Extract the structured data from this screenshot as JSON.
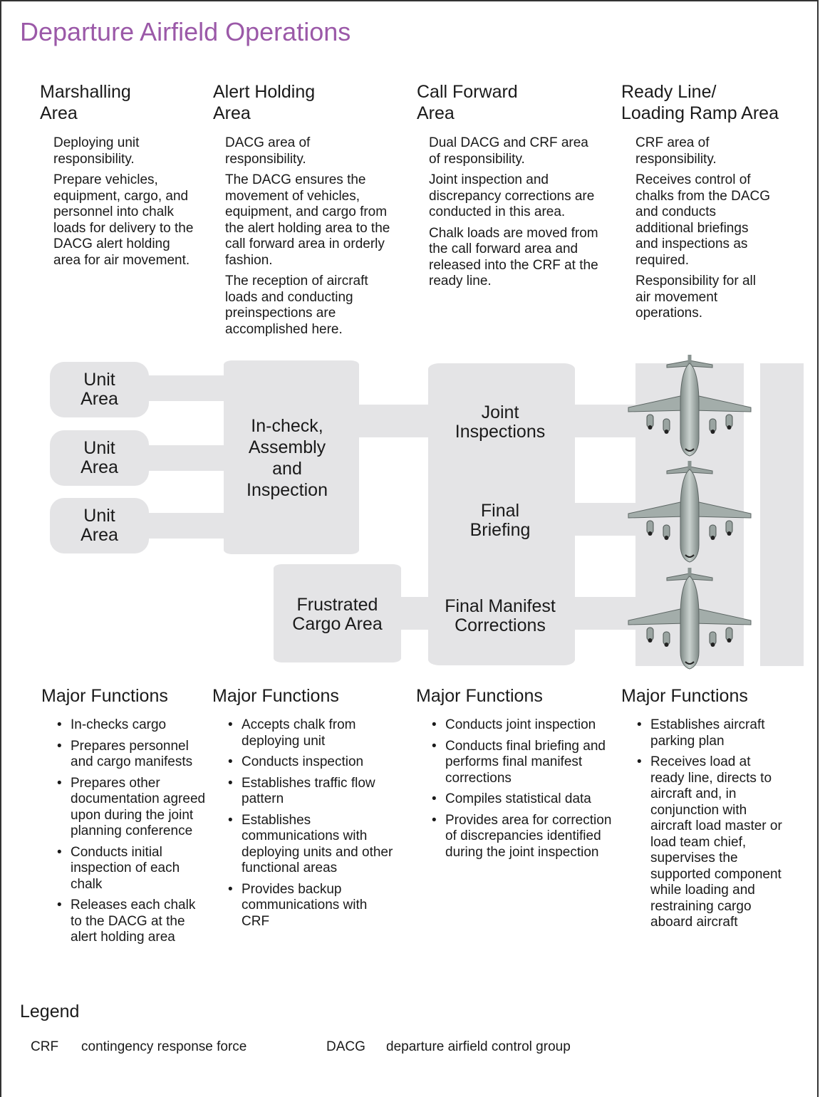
{
  "title": "Departure Airfield Operations",
  "columns": [
    {
      "heading": "Marshalling\nArea",
      "description": [
        "Deploying unit responsibility.",
        "Prepare vehicles, equipment, cargo, and personnel into chalk loads for delivery to the DACG alert holding area for air movement."
      ],
      "functions": [
        "In-checks cargo",
        "Prepares personnel and cargo manifests",
        "Prepares other documentation agreed upon during the joint planning conference",
        "Conducts initial inspection of each chalk",
        "Releases each chalk to the DACG at the alert holding area"
      ]
    },
    {
      "heading": "Alert Holding\nArea",
      "description": [
        "DACG area of responsibility.",
        "The DACG ensures the movement of vehicles, equipment, and cargo from the alert holding area to the call forward area in orderly fashion.",
        "The reception of aircraft loads and conducting preinspections are accomplished here."
      ],
      "functions": [
        "Accepts chalk from deploying unit",
        "Conducts inspection",
        "Establishes traffic flow pattern",
        "Establishes communications with deploying units and other functional areas",
        "Provides backup communications with CRF"
      ]
    },
    {
      "heading": "Call Forward\nArea",
      "description": [
        "Dual DACG and CRF area of responsibility.",
        "Joint inspection and discrepancy corrections are conducted in this area.",
        "Chalk loads are moved from the call forward area and released into the CRF at the ready line."
      ],
      "functions": [
        "Conducts joint inspection",
        "Conducts final briefing and performs final manifest corrections",
        "Compiles statistical data",
        "Provides area for correction of discrepancies identified during the joint inspection"
      ]
    },
    {
      "heading": "Ready Line/\nLoading Ramp Area",
      "description": [
        "CRF area of responsibility.",
        "Receives control of chalks from the DACG and conducts additional briefings and inspections as required.",
        "Responsibility for all air movement operations."
      ],
      "functions": [
        "Establishes aircraft parking plan",
        "Receives load at ready line, directs to aircraft and, in conjunction with aircraft load master or load team chief, supervises the supported component while loading and restraining cargo aboard aircraft"
      ]
    }
  ],
  "major_functions_heading": "Major Functions",
  "diagram": {
    "unit_areas": [
      "Unit\nArea",
      "Unit\nArea",
      "Unit\nArea"
    ],
    "in_check": "In-check,\nAssembly\nand\nInspection",
    "frustrated": "Frustrated\nCargo Area",
    "joint": "Joint\nInspections",
    "final_briefing": "Final\nBriefing",
    "final_manifest": "Final Manifest\nCorrections",
    "aircraft_icons": [
      "cargo-aircraft-icon",
      "cargo-aircraft-icon",
      "cargo-aircraft-icon"
    ]
  },
  "legend": {
    "heading": "Legend",
    "entries": [
      {
        "abbr": "CRF",
        "meaning": "contingency response force"
      },
      {
        "abbr": "DACG",
        "meaning": "departure airfield control group"
      }
    ]
  },
  "colors": {
    "title": "#9b59a8",
    "block_fill": "#e4e4e6",
    "aircraft": "#a9b4b1"
  }
}
